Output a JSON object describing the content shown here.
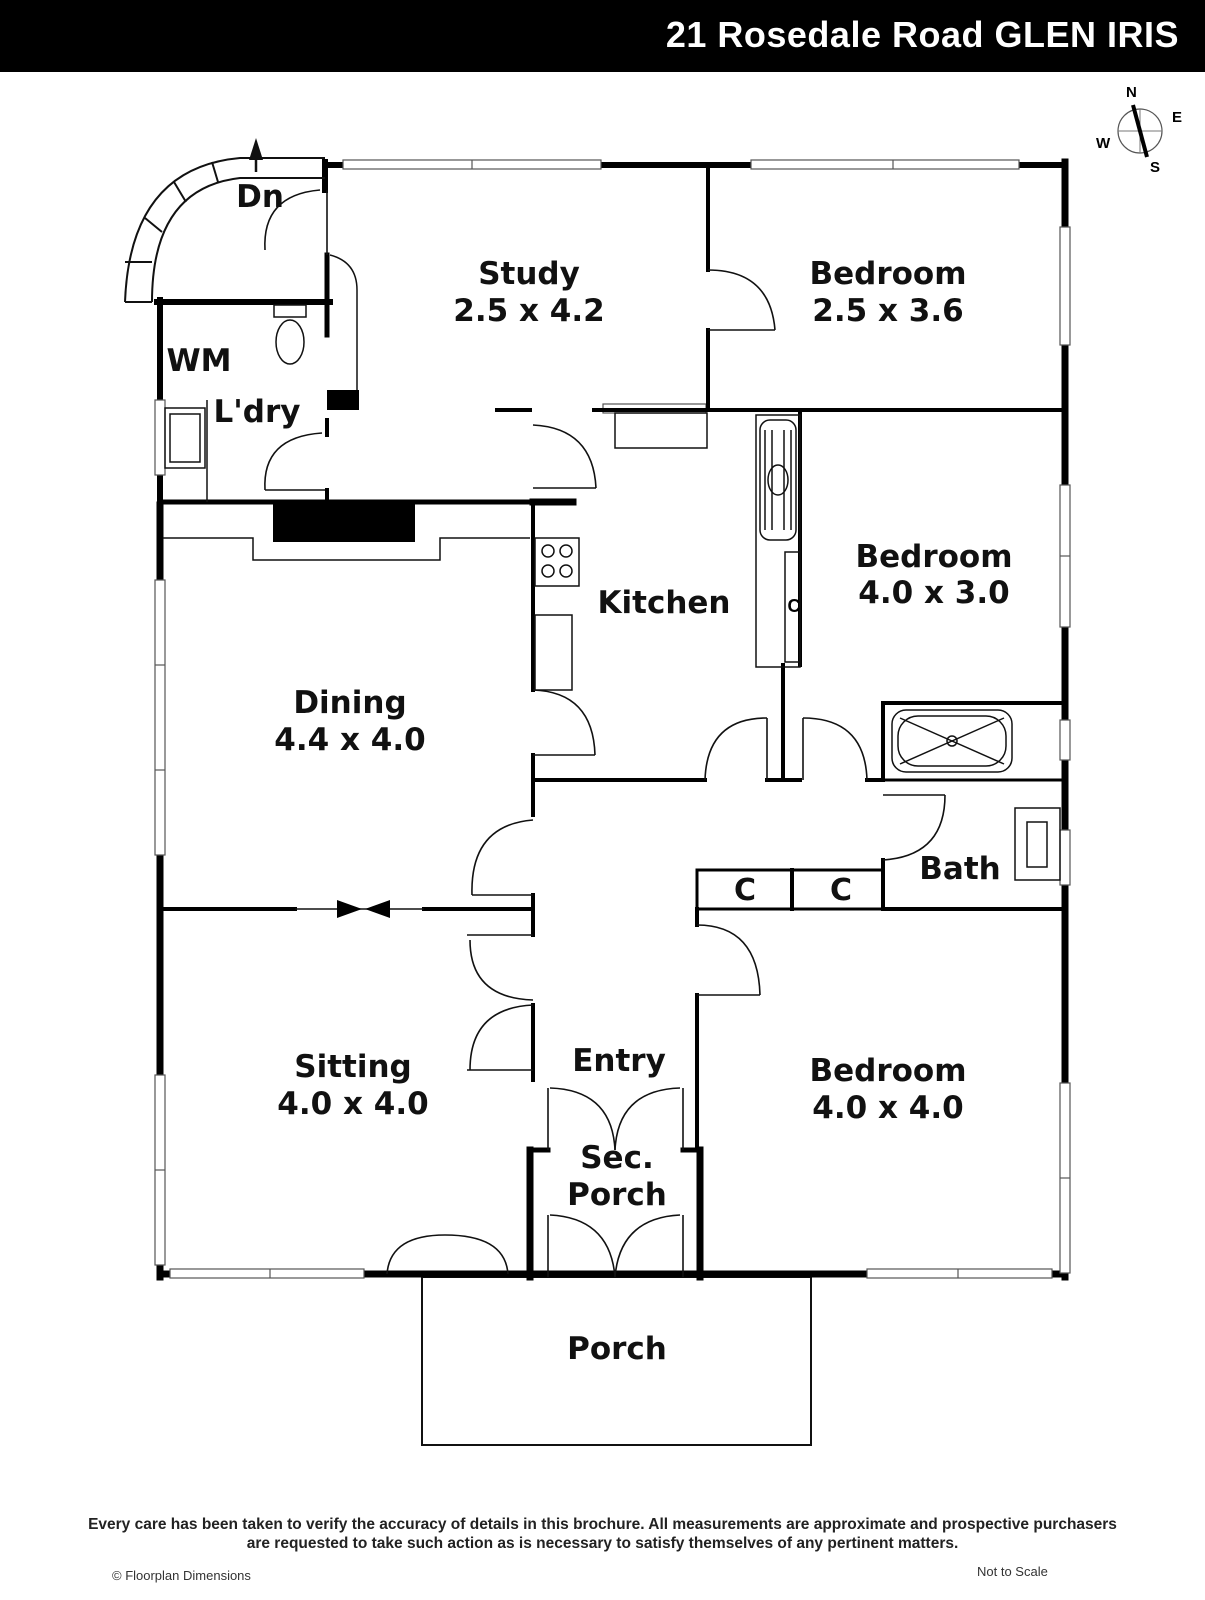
{
  "header": {
    "address": "21 Rosedale Road GLEN IRIS"
  },
  "compass": {
    "n": "N",
    "e": "E",
    "s": "S",
    "w": "W"
  },
  "rooms": {
    "study": {
      "name": "Study",
      "dims": "2.5 x 4.2"
    },
    "bedroom1": {
      "name": "Bedroom",
      "dims": "2.5 x 3.6"
    },
    "bedroom2": {
      "name": "Bedroom",
      "dims": "4.0 x 3.0"
    },
    "bedroom3": {
      "name": "Bedroom",
      "dims": "4.0 x 4.0"
    },
    "dining": {
      "name": "Dining",
      "dims": "4.4 x 4.0"
    },
    "sitting": {
      "name": "Sitting",
      "dims": "4.0 x 4.0"
    },
    "kitchen": {
      "name": "Kitchen"
    },
    "bath": {
      "name": "Bath"
    },
    "entry": {
      "name": "Entry"
    },
    "sec_porch": {
      "line1": "Sec.",
      "line2": "Porch"
    },
    "porch": {
      "name": "Porch"
    },
    "laundry": {
      "name": "L'dry"
    },
    "wm": {
      "name": "WM"
    },
    "stairs": {
      "name": "Dn"
    },
    "cupboard1": {
      "name": "C"
    },
    "cupboard2": {
      "name": "C"
    },
    "cupboard3": {
      "name": "C"
    }
  },
  "footer": {
    "disclaimer_line1": "Every care has been taken to verify the accuracy of details in this brochure. All measurements are approximate and prospective purchasers",
    "disclaimer_line2": "are requested to take such action as is necessary to satisfy themselves of any pertinent matters.",
    "copyright": "© Floorplan Dimensions",
    "scale_note": "Not to Scale"
  }
}
